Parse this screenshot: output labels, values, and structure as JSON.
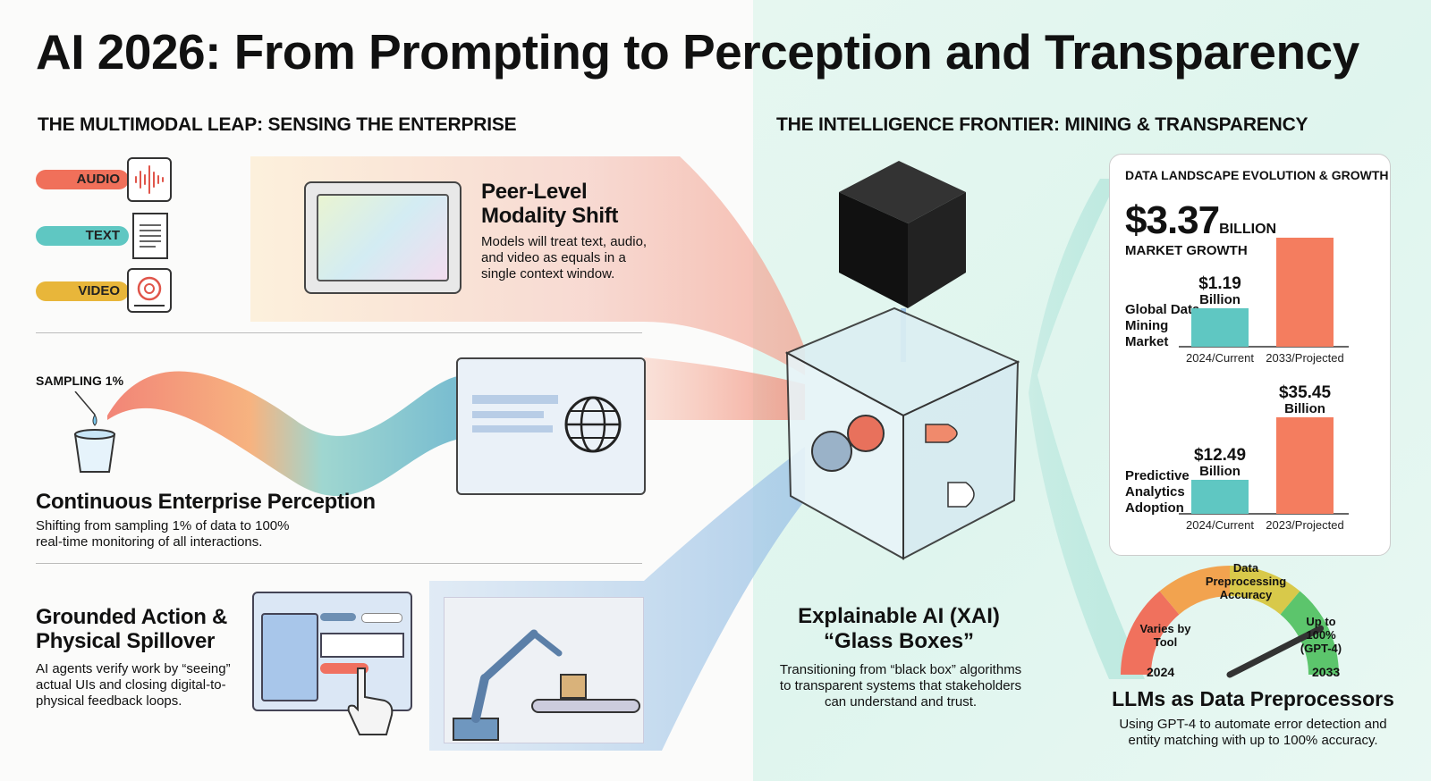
{
  "title": "AI 2026: From Prompting to Perception and Transparency",
  "left_section": {
    "heading": "THE MULTIMODAL LEAP: SENSING THE ENTERPRISE",
    "modalities": [
      {
        "label": "AUDIO",
        "color": "#f0705a",
        "icon": "waveform-icon"
      },
      {
        "label": "TEXT",
        "color": "#5fc7c2",
        "icon": "document-icon"
      },
      {
        "label": "VIDEO",
        "color": "#e8b63a",
        "icon": "camera-shutter-icon"
      }
    ],
    "peer": {
      "title": "Peer-Level Modality Shift",
      "body": "Models will treat text, audio, and video as equals in a single context window."
    },
    "perception": {
      "sampling_label": "SAMPLING 1%",
      "title": "Continuous Enterprise Perception",
      "body": "Shifting from sampling 1% of data to 100% real-time monitoring of all interactions."
    },
    "grounded": {
      "title": "Grounded Action & Physical Spillover",
      "body": "AI agents verify work by “seeing” actual UIs and closing digital-to-physical feedback loops."
    }
  },
  "right_section": {
    "heading": "THE INTELLIGENCE FRONTIER: MINING & TRANSPARENCY",
    "xai": {
      "title_line1": "Explainable AI (XAI)",
      "title_line2": "“Glass Boxes”",
      "body": "Transitioning from “black box” algorithms to transparent systems that stakeholders can understand and trust."
    },
    "llm": {
      "title": "LLMs as Data Preprocessors",
      "body": "Using GPT-4 to automate error detection and entity matching with up to 100% accuracy."
    },
    "gauge": {
      "top_label": "Data Preprocessing Accuracy",
      "left_label": "Varies by Tool",
      "right_label": "Up to 100% (GPT-4)",
      "start_year": "2024",
      "end_year": "2033",
      "needle_fraction": 0.85
    }
  },
  "chart_data": {
    "type": "bar",
    "title": "DATA LANDSCAPE EVOLUTION & GROWTH",
    "headline_value": "$3.37",
    "headline_unit": "BILLION",
    "headline_label": "MARKET GROWTH",
    "groups": [
      {
        "name": "Global Data Mining Market",
        "categories": [
          "2024/Current",
          "2033/Projected"
        ],
        "values": [
          1.19,
          3.37
        ],
        "value_labels": [
          "$1.19",
          ""
        ],
        "unit_labels": [
          "Billion",
          ""
        ],
        "colors": [
          "#5fc7c2",
          "#f47d5f"
        ]
      },
      {
        "name": "Predictive Analytics Adoption",
        "categories": [
          "2024/Current",
          "2023/Projected"
        ],
        "values": [
          12.49,
          35.45
        ],
        "value_labels": [
          "$12.49",
          "$35.45"
        ],
        "unit_labels": [
          "Billion",
          "Billion"
        ],
        "colors": [
          "#5fc7c2",
          "#f47d5f"
        ]
      }
    ]
  }
}
